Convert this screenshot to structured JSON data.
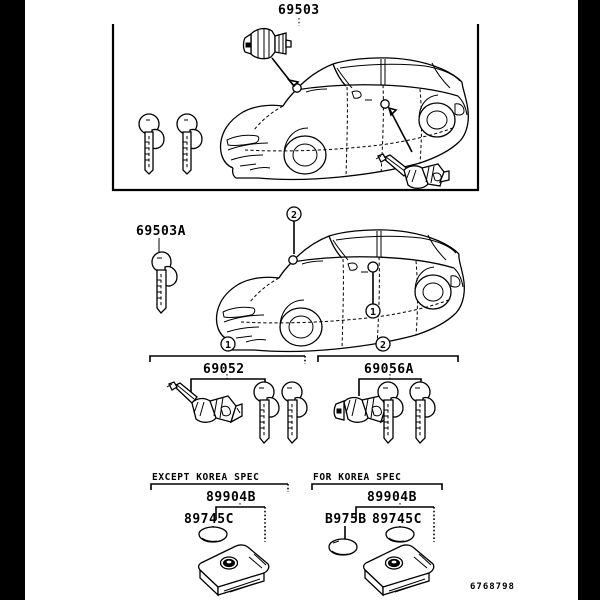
{
  "diagram": {
    "title_part": "69503",
    "sections": [
      {
        "id": "top-box",
        "part_number": "69503",
        "description": "ignition switch lock cylinder set with keys"
      },
      {
        "id": "mid",
        "part_number": "69503A",
        "description": "key blank"
      }
    ],
    "callout_numbers": [
      "1",
      "2"
    ],
    "group1": {
      "callout": "1",
      "part_number": "69052",
      "description": "door lock cylinder and key set"
    },
    "group2": {
      "callout": "2",
      "part_number": "69056A",
      "description": "luggage compartment lock cylinder and key set"
    },
    "bottom_left": {
      "spec_label": "EXCEPT KOREA SPEC",
      "transmitter_part": "89904B",
      "cover_part": "89745C"
    },
    "bottom_right": {
      "spec_label": "FOR KOREA SPEC",
      "transmitter_part": "89904B",
      "battery_part": "B975B",
      "cover_part": "89745C"
    },
    "sheet_code": "6768798"
  }
}
